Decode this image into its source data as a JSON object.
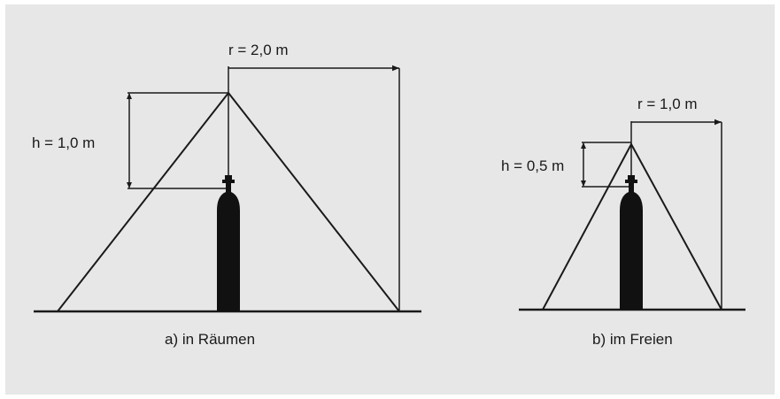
{
  "diagram_a": {
    "radius_label": "r = 2,0 m",
    "height_label": "h = 1,0 m",
    "caption": "a) in Räumen"
  },
  "diagram_b": {
    "radius_label": "r = 1,0 m",
    "height_label": "h = 0,5 m",
    "caption": "b) im Freien"
  },
  "colors": {
    "panel_background": "#e7e7e7",
    "line": "#1a1a1a",
    "cylinder": "#111111"
  }
}
